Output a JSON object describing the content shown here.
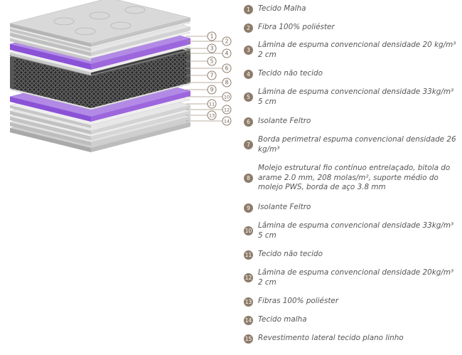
{
  "legend": {
    "items": [
      {
        "number": "1",
        "text": "Tecido Malha"
      },
      {
        "number": "2",
        "text": "Fibra 100% poliéster"
      },
      {
        "number": "3",
        "text": "Lâmina de espuma convencional densidade 20 kg/m³ 2 cm"
      },
      {
        "number": "4",
        "text": "Tecido não tecido"
      },
      {
        "number": "5",
        "text": "Lâmina de espuma convencional densidade 33kg/m³ 5 cm"
      },
      {
        "number": "6",
        "text": "Isolante Feltro"
      },
      {
        "number": "7",
        "text": "Borda perimetral espuma convencional densidade 26 kg/m³"
      },
      {
        "number": "8",
        "text": "Molejo estrutural fio contínuo entrelaçado, bitola do arame 2.0 mm, 208 molas/m², suporte médio do molejo PWS, borda de aço 3.8 mm"
      },
      {
        "number": "9",
        "text": "Isolante Feltro"
      },
      {
        "number": "10",
        "text": "Lâmina de espuma convencional densidade 33kg/m³ 5 cm"
      },
      {
        "number": "11",
        "text": "Tecido não tecido"
      },
      {
        "number": "12",
        "text": "Lâmina de espuma convencional densidade 20kg/m³ 2 cm"
      },
      {
        "number": "13",
        "text": "Fibras 100% poliéster"
      },
      {
        "number": "14",
        "text": "Tecido malha"
      },
      {
        "number": "15",
        "text": "Revestimento lateral tecido plano linho"
      }
    ]
  },
  "diagram": {
    "callouts": [
      "1",
      "2",
      "3",
      "4",
      "5",
      "6",
      "7",
      "8",
      "9",
      "10",
      "11",
      "12",
      "13",
      "14"
    ]
  },
  "colors": {
    "badge": "#8e7c6b",
    "purple": "#9b6be0",
    "gray_layer": "#e9e9e9",
    "spring_core": "#3a3a3a",
    "legend_text": "#555555"
  }
}
